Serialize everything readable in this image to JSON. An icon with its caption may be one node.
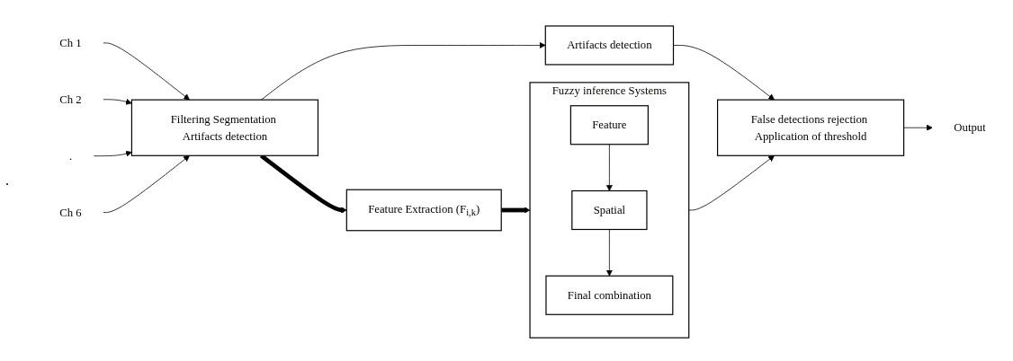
{
  "diagram": {
    "nodes": [
      {
        "text": [
          "Ch 1"
        ]
      },
      {
        "text": [
          "Ch 2"
        ]
      },
      {
        "text": [
          "."
        ]
      },
      {
        "text": [
          "Ch 6"
        ]
      },
      {
        "text": [
          "Filtering Segmentation Artifacts detection"
        ]
      },
      {
        "text": [
          "Feature Extraction (F$_{i,k}$)"
        ]
      },
      {
        "text": [
          "Fuzzy inference Systems"
        ]
      },
      {
        "text": [
          "Feature"
        ],
        "in": 6
      },
      {
        "text": [
          "Spatial"
        ],
        "in": 6
      },
      {
        "text": [
          "Final combination"
        ],
        "in": 6
      },
      {
        "text": [
          "Artifacts detection"
        ]
      },
      {
        "text": [
          "False detections rejection Application of threshold"
        ]
      },
      {
        "text": [
          "Output"
        ]
      }
    ],
    "edges": [
      {
        "from": 0,
        "to": 4,
        "arrow": "to"
      },
      {
        "from": 1,
        "to": 4,
        "arrow": "to"
      },
      {
        "from": 2,
        "to": 4,
        "arrow": "to"
      },
      {
        "from": 3,
        "to": 4,
        "arrow": "to"
      },
      {
        "from": 4,
        "to": 5,
        "arrow": "to",
        "style": "thick"
      },
      {
        "from": 5,
        "to": 6,
        "arrow": "to",
        "style": "thick"
      },
      {
        "from": 7,
        "to": 8,
        "arrow": "to"
      },
      {
        "from": 8,
        "to": 9,
        "arrow": "to"
      },
      {
        "from": 6,
        "to": 11,
        "arrow": "to"
      },
      {
        "from": 4,
        "to": 10,
        "arrow": "to"
      },
      {
        "from": 10,
        "to": 11,
        "arrow": "to"
      },
      {
        "from": 11,
        "to": 12,
        "arrow": "to"
      }
    ],
    "labels": [
      "."
    ]
  }
}
